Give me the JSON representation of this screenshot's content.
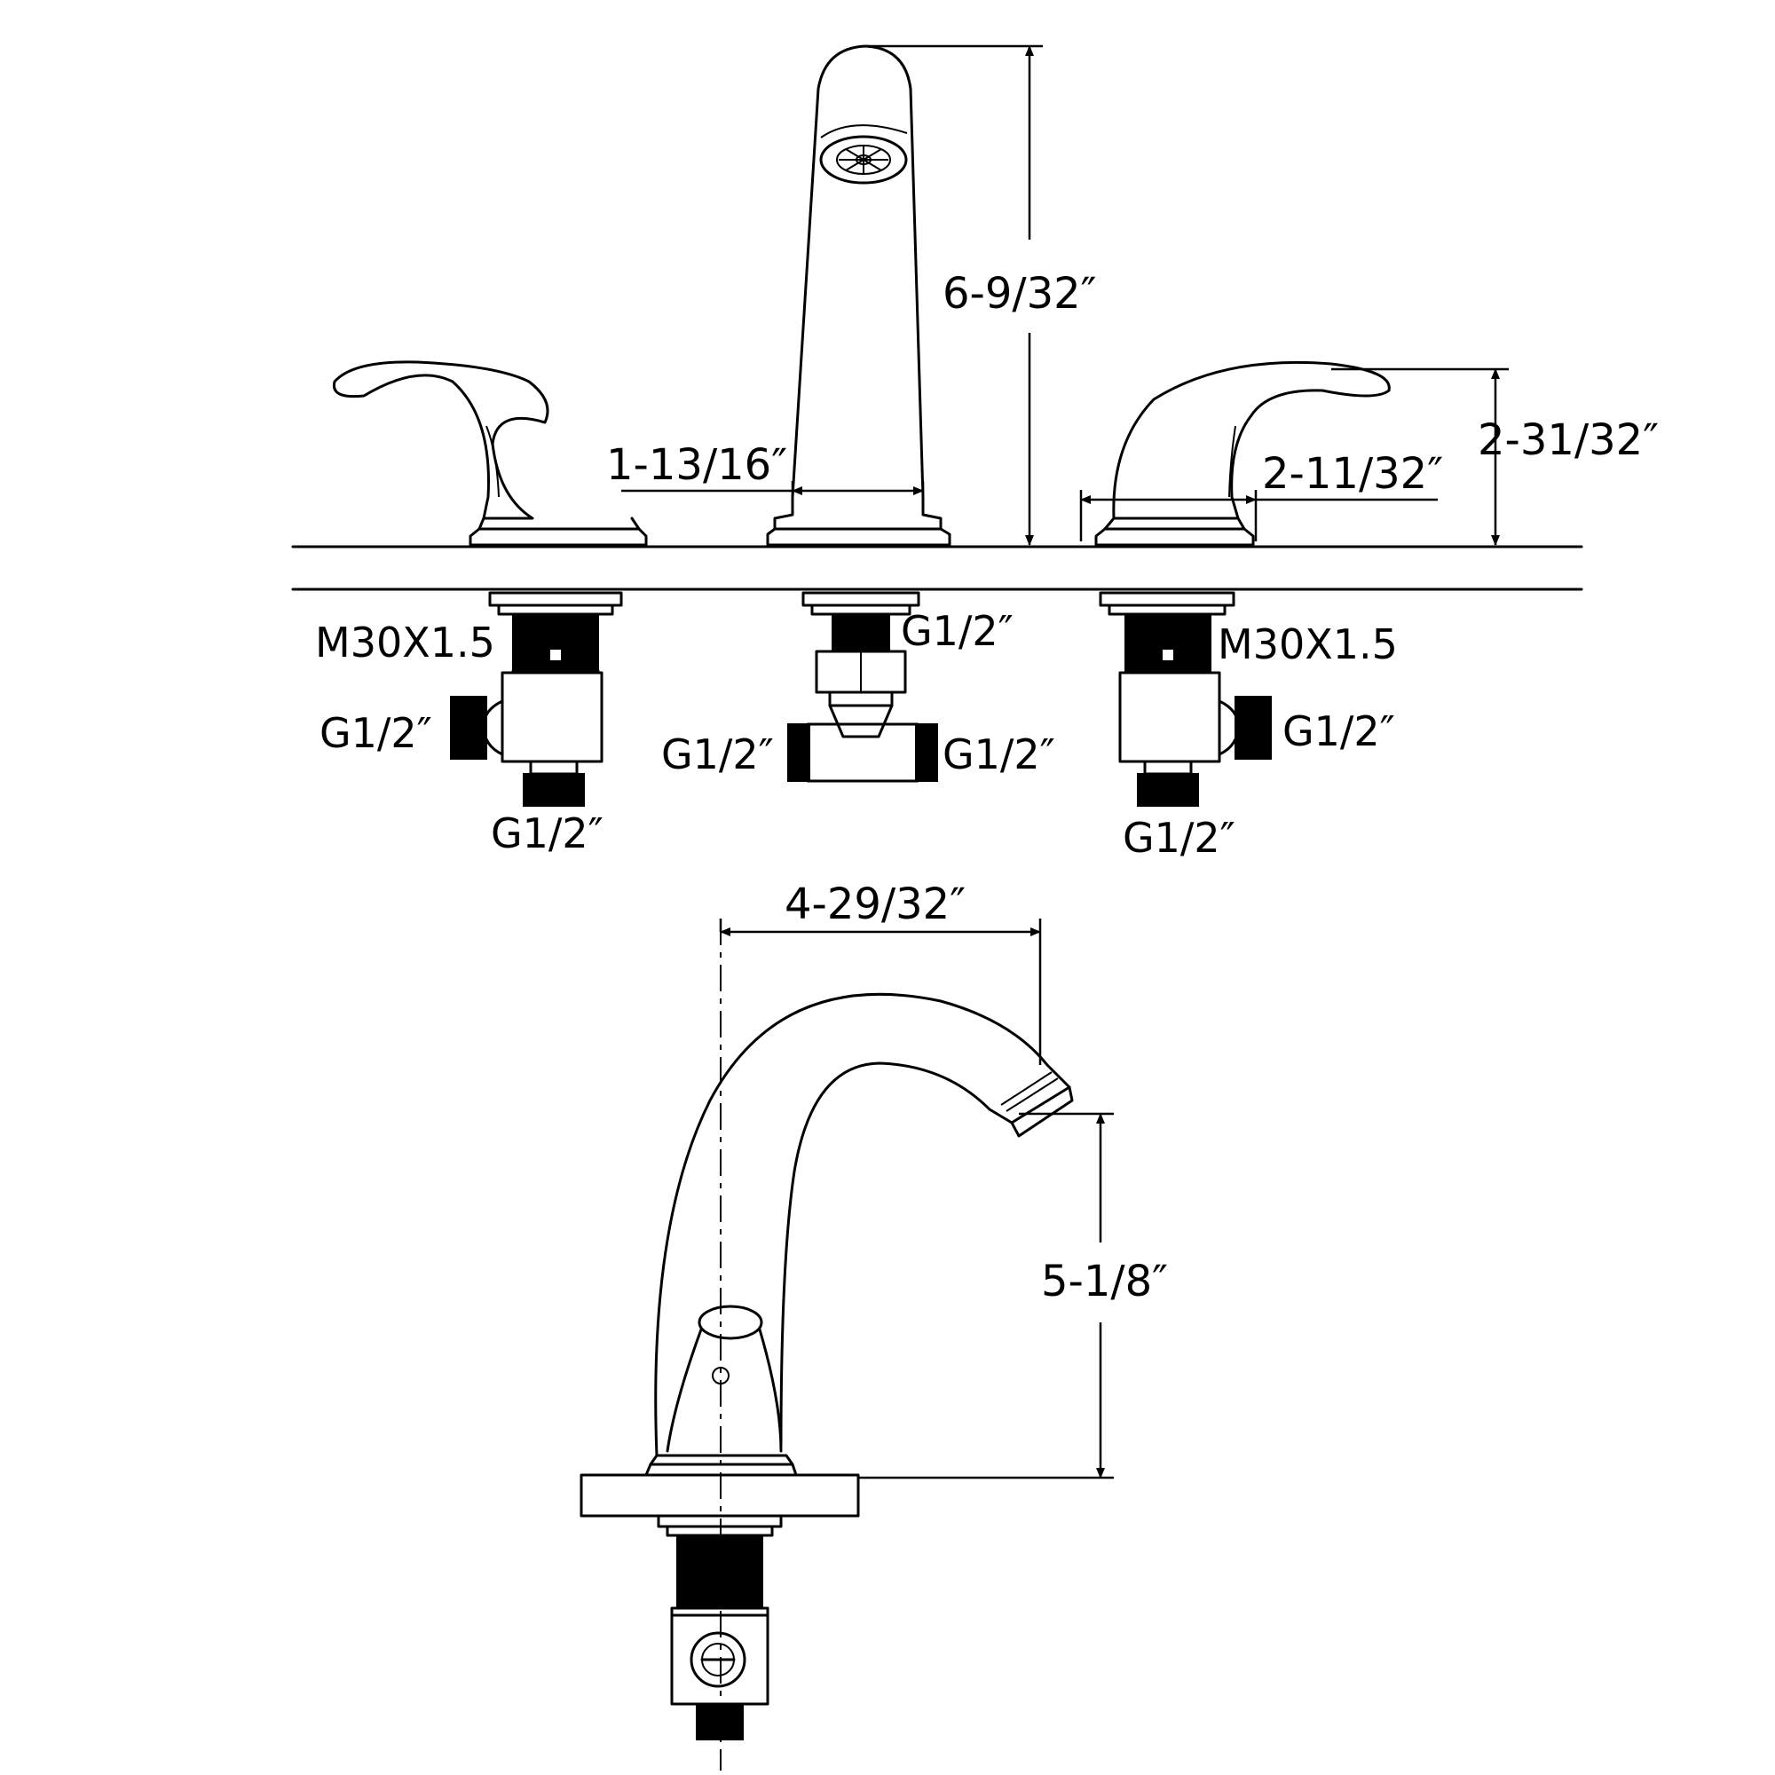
{
  "dimensions": {
    "spout_height": "6-9/32″",
    "handle_height": "2-31/32″",
    "spout_base_width": "1-13/16″",
    "handle_base_width": "2-11/32″",
    "spout_reach": "4-29/32″",
    "spout_clearance": "5-1/8″"
  },
  "connections": {
    "left_valve_thread": "M30X1.5",
    "left_valve_side": "G1/2″",
    "left_valve_bottom": "G1/2″",
    "spout_thread": "G1/2″",
    "tee_left": "G1/2″",
    "tee_right": "G1/2″",
    "right_valve_thread": "M30X1.5",
    "right_valve_side": "G1/2″",
    "right_valve_bottom": "G1/2″"
  }
}
